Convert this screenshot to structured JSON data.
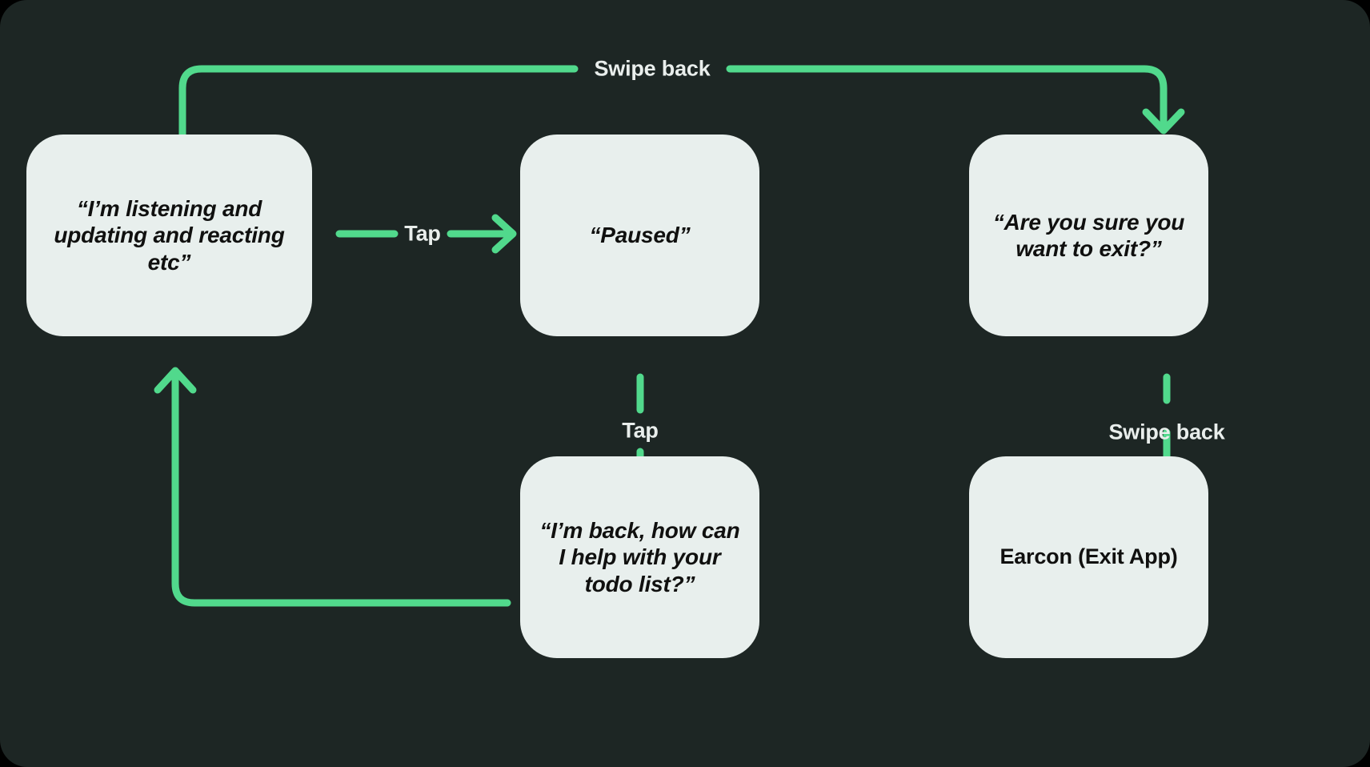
{
  "diagram": {
    "title_visible": false,
    "background_color": "#1D2624",
    "outer_color": "#000000",
    "node_fill": "#E8EFED",
    "node_text_color": "#10100F",
    "edge_color": "#51D98C",
    "edge_label_color": "#E9EEEC",
    "nodes": [
      {
        "id": "listening",
        "label": "“I’m listening and updating and reacting etc”",
        "style": "italic"
      },
      {
        "id": "paused",
        "label": "“Paused”",
        "style": "italic"
      },
      {
        "id": "exit",
        "label": "“Are you sure you want to exit?”",
        "style": "italic"
      },
      {
        "id": "back",
        "label": "“I’m back, how can I help with your todo list?”",
        "style": "italic"
      },
      {
        "id": "earcon",
        "label": "Earcon (Exit App)",
        "style": "plain"
      }
    ],
    "edges": [
      {
        "id": "listening-to-paused",
        "from": "listening",
        "to": "paused",
        "label": "Tap",
        "direction": "right"
      },
      {
        "id": "listening-to-exit",
        "from": "listening",
        "to": "exit",
        "label": "Swipe back",
        "direction": "down"
      },
      {
        "id": "paused-to-back",
        "from": "paused",
        "to": "back",
        "label": "Tap",
        "direction": "down"
      },
      {
        "id": "back-to-listening",
        "from": "back",
        "to": "listening",
        "label": "",
        "direction": "up"
      },
      {
        "id": "exit-to-earcon",
        "from": "exit",
        "to": "earcon",
        "label": "Swipe back",
        "direction": "down"
      }
    ]
  }
}
